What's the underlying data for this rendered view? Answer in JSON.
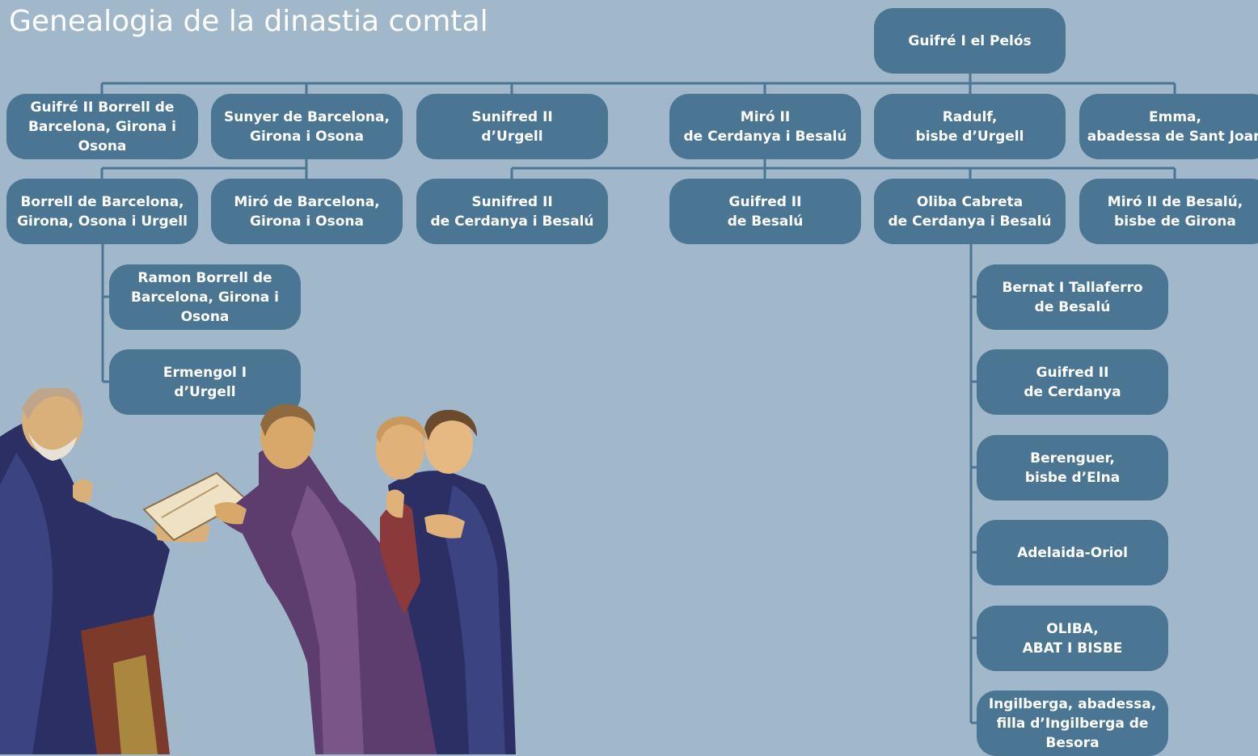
{
  "title": "Genealogia de la dinastia comtal",
  "colors": {
    "background": "#a1b8cb",
    "node": "#4a7593",
    "line": "#4a7593",
    "text": "#ffffff"
  },
  "nodes": {
    "root": "Guifré I el Pelós",
    "g1": [
      "Guifré II Borrell de\nBarcelona, Girona i Osona",
      "Sunyer de Barcelona,\nGirona i Osona",
      "Sunifred II\nd’Urgell",
      "Miró II\nde Cerdanya i Besalú",
      "Radulf,\nbisbe d’Urgell",
      "Emma,\nabadessa de Sant Joan"
    ],
    "g2": [
      "Borrell de Barcelona,\nGirona, Osona i Urgell",
      "Miró de Barcelona,\nGirona i Osona",
      "Sunifred II\nde Cerdanya i Besalú",
      "Guifred II\nde Besalú",
      "Oliba Cabreta\nde Cerdanya i Besalú",
      "Miró II de Besalú,\nbisbe de Girona"
    ],
    "borrell_children": [
      "Ramon Borrell de\nBarcelona, Girona i Osona",
      "Ermengol I\nd’Urgell"
    ],
    "oliba_children": [
      "Bernat I Tallaferro\nde Besalú",
      "Guifred II\nde Cerdanya",
      "Berenguer,\nbisbe d’Elna",
      "Adelaida-Oriol",
      "OLIBA,\nABAT I BISBE",
      "Ingilberga, abadessa,\nfilla d’Ingilberga de Besora"
    ]
  }
}
